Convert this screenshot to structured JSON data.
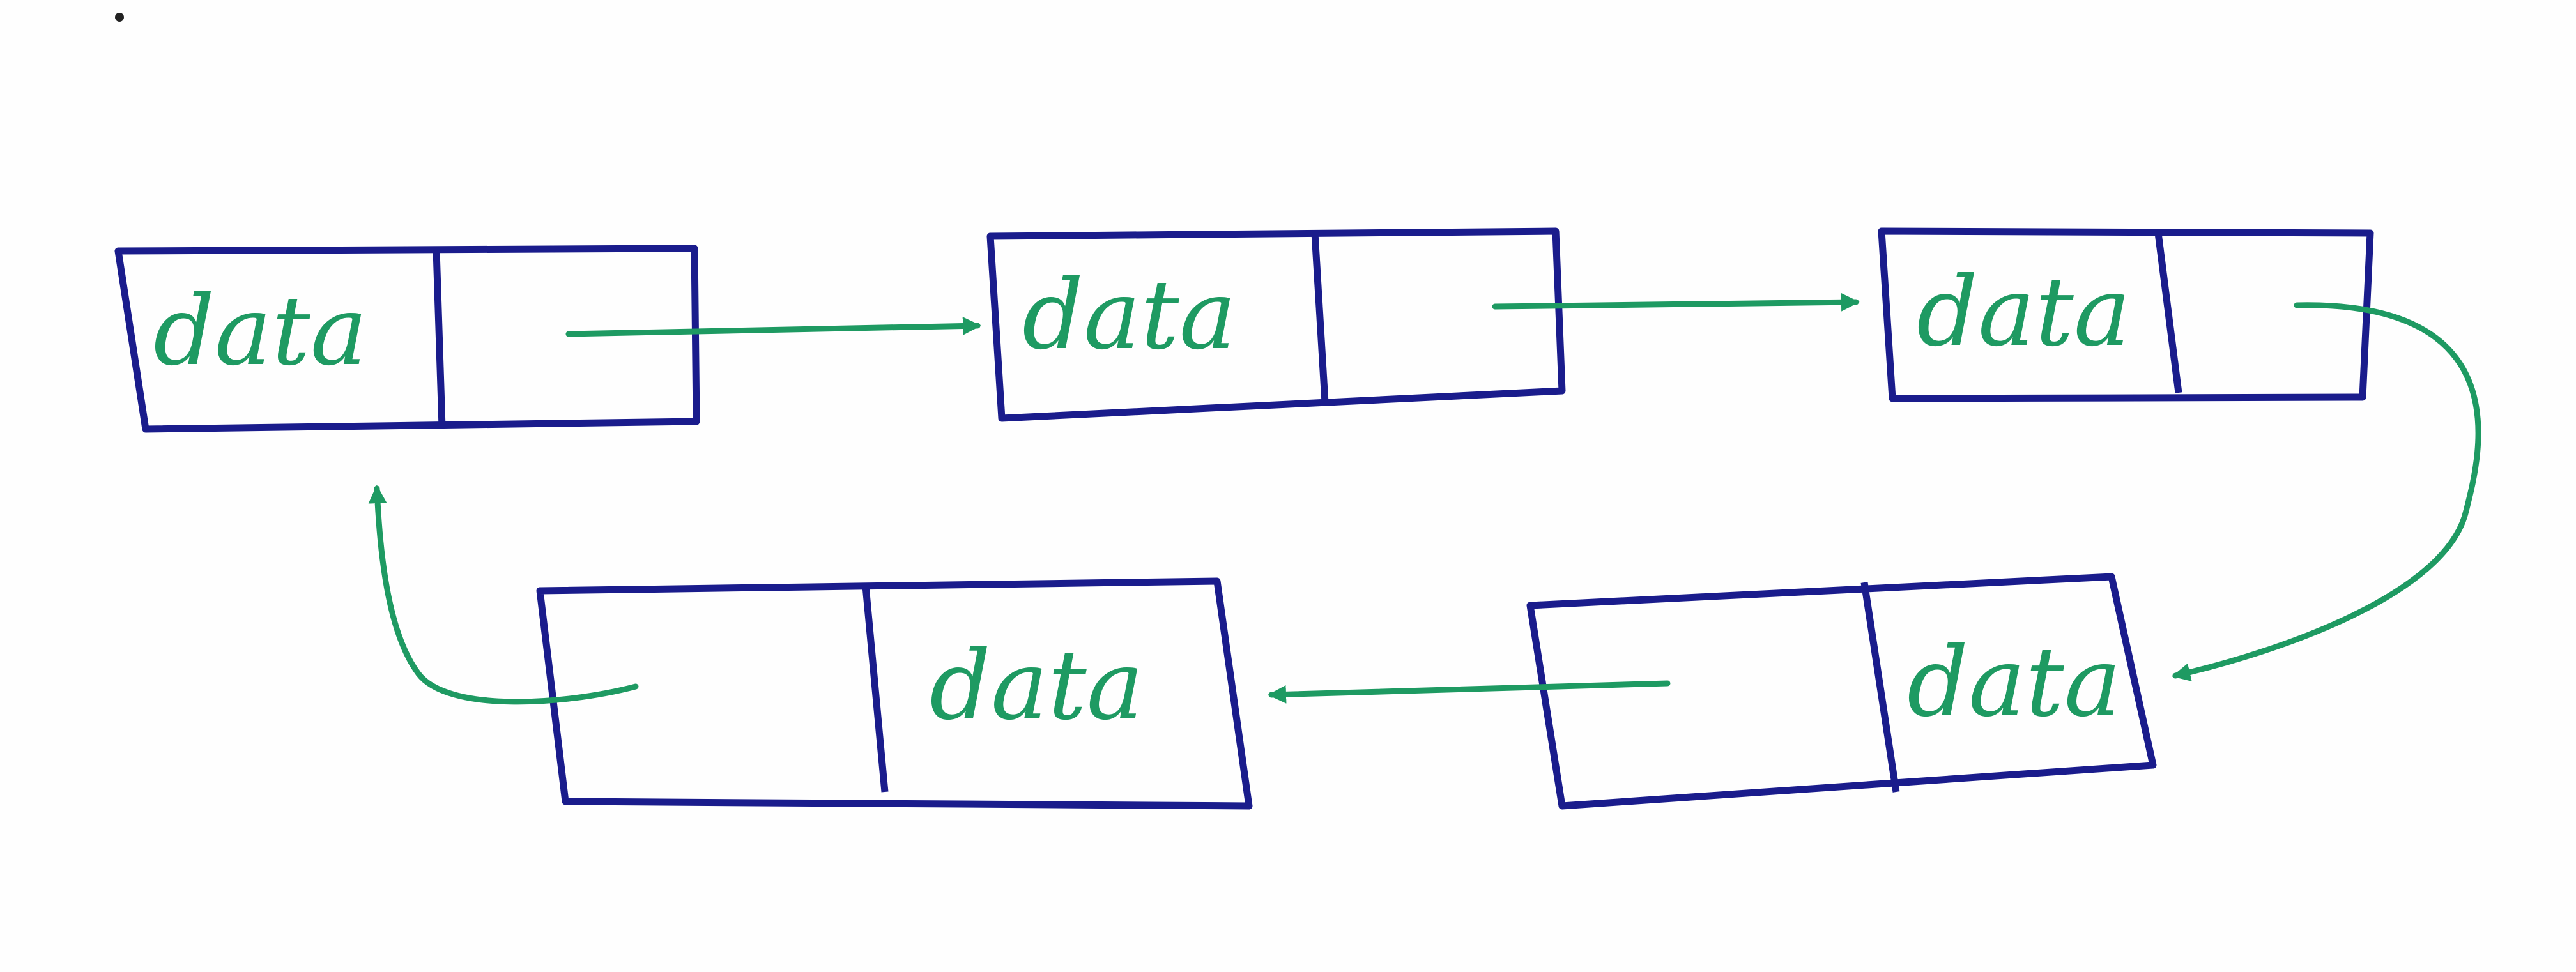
{
  "colors": {
    "box": "#1a1c8c",
    "arrow": "#1e9a62",
    "text": "#1e9a62",
    "paper": "#fefefe"
  },
  "nodes": [
    {
      "label": "data"
    },
    {
      "label": "data"
    },
    {
      "label": "data"
    },
    {
      "label": "data"
    },
    {
      "label": "data"
    }
  ]
}
